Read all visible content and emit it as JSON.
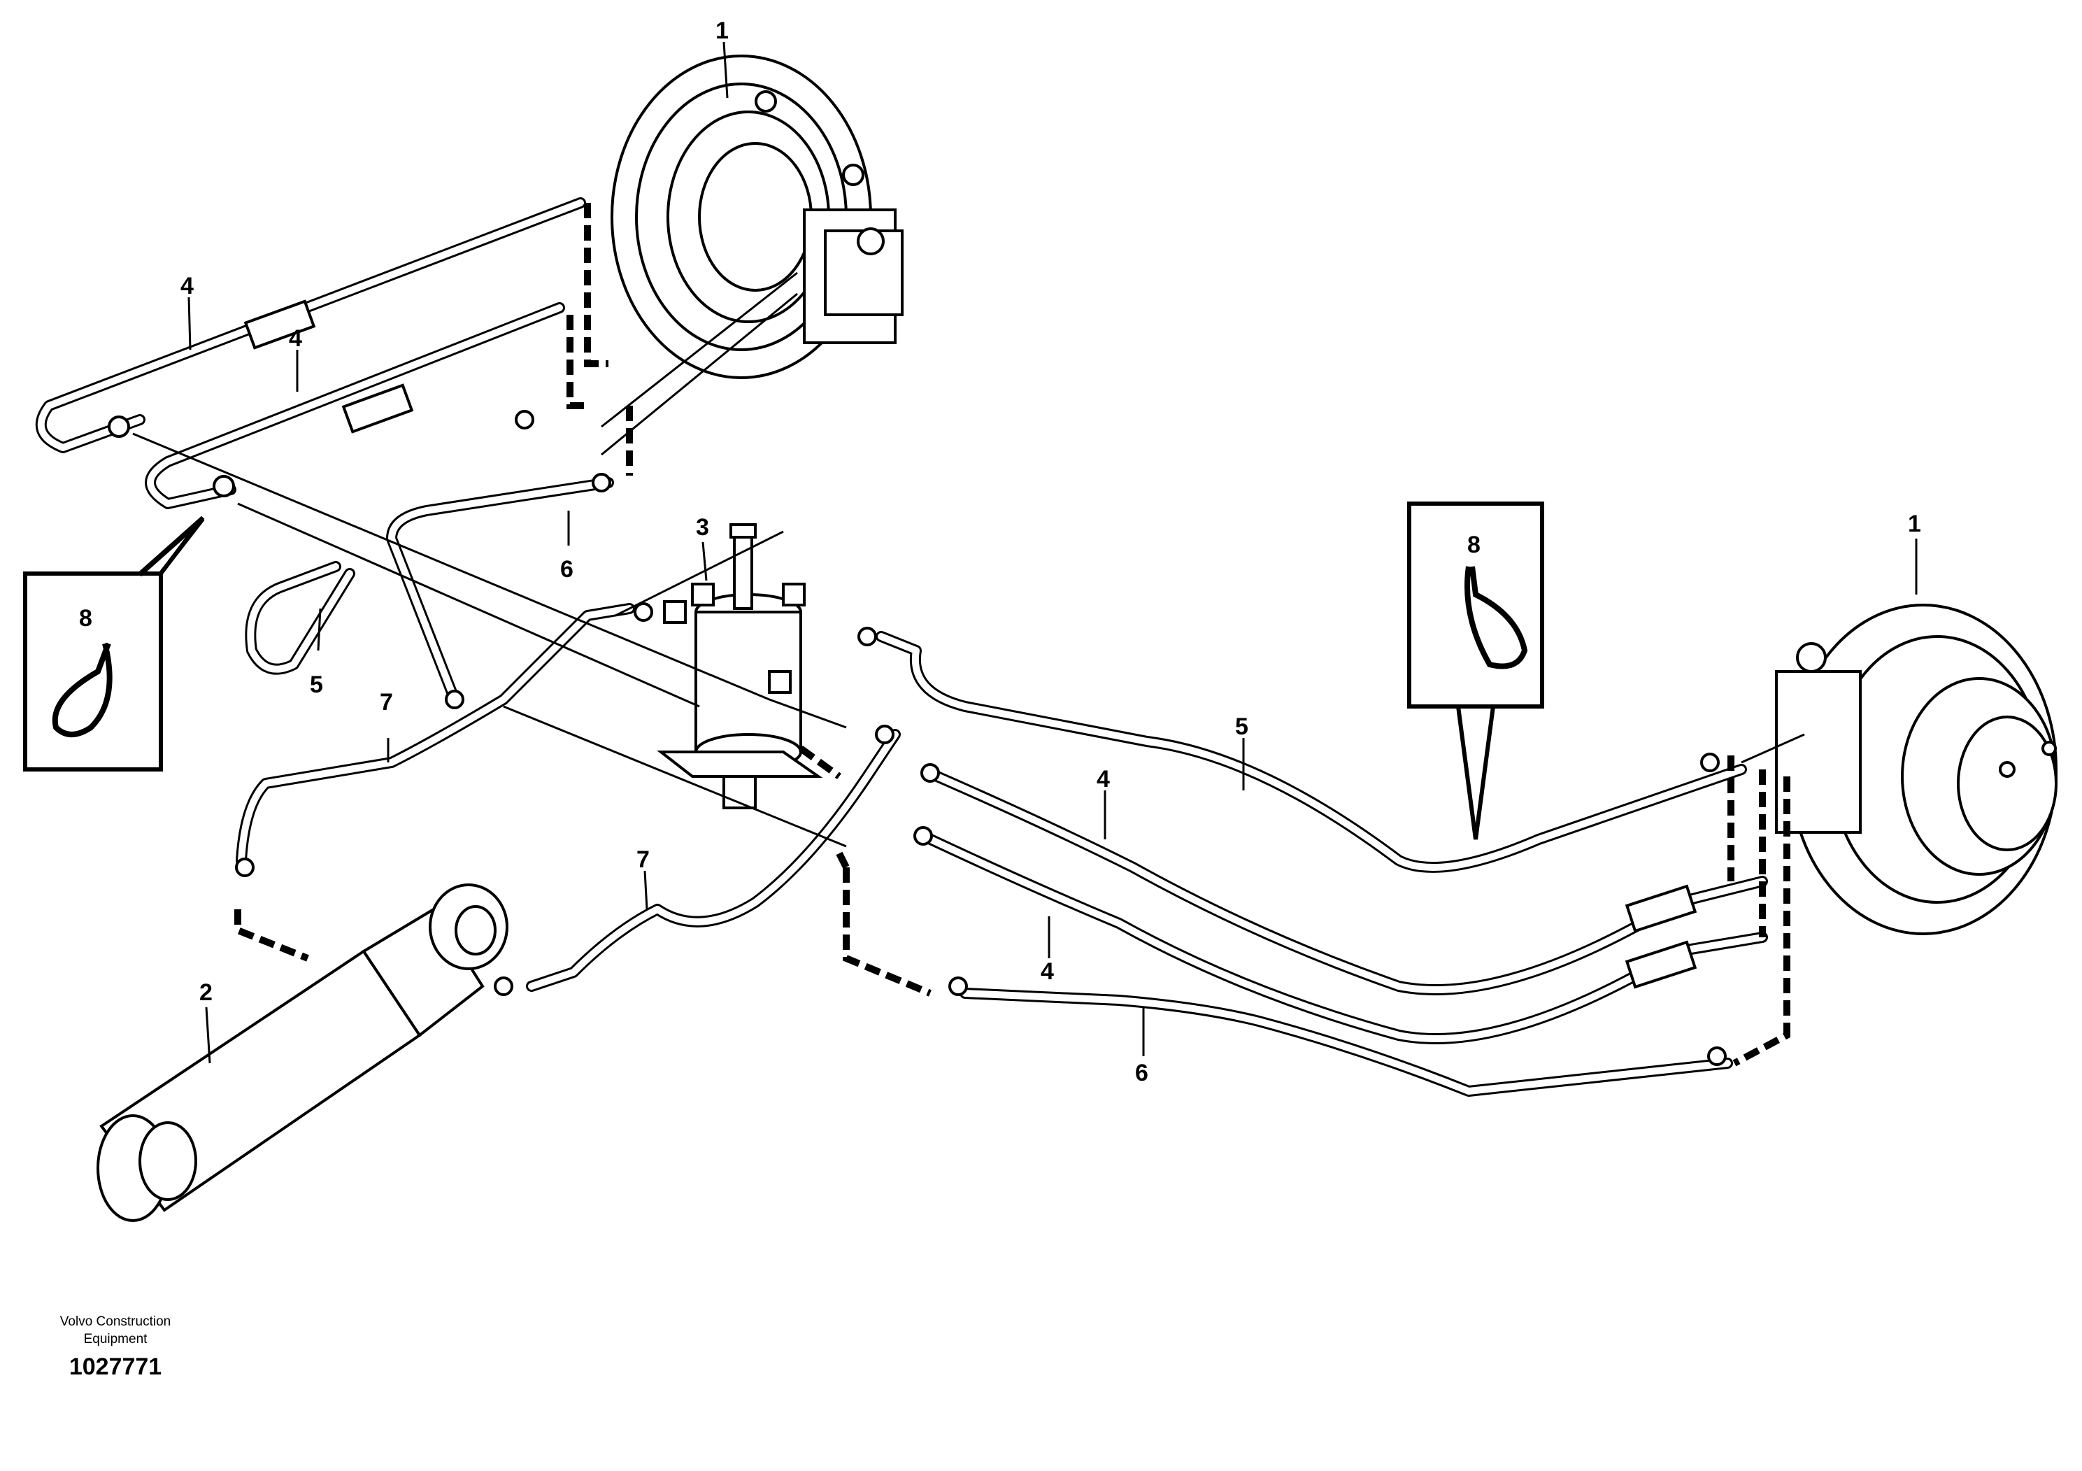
{
  "callouts": {
    "motor_left": "1",
    "motor_right": "1",
    "cylinder": "2",
    "swivel": "3",
    "hose_4a": "4",
    "hose_4b": "4",
    "hose_4c": "4",
    "hose_4d": "4",
    "pipe_5a": "5",
    "pipe_5b": "5",
    "pipe_6a": "6",
    "pipe_6b": "6",
    "pipe_7a": "7",
    "pipe_7b": "7",
    "clamp_left": "8",
    "clamp_right": "8"
  },
  "footer": {
    "brand_line1": "Volvo Construction",
    "brand_line2": "Equipment",
    "doc_number": "1027771"
  }
}
